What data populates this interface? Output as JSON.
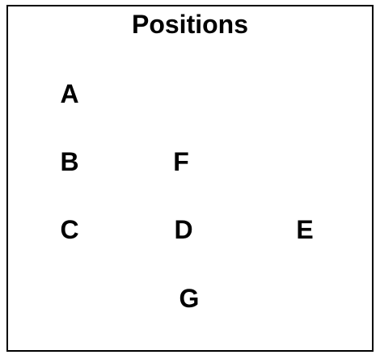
{
  "title": "Positions",
  "positions": {
    "a": "A",
    "b": "B",
    "c": "C",
    "d": "D",
    "e": "E",
    "f": "F",
    "g": "G"
  }
}
